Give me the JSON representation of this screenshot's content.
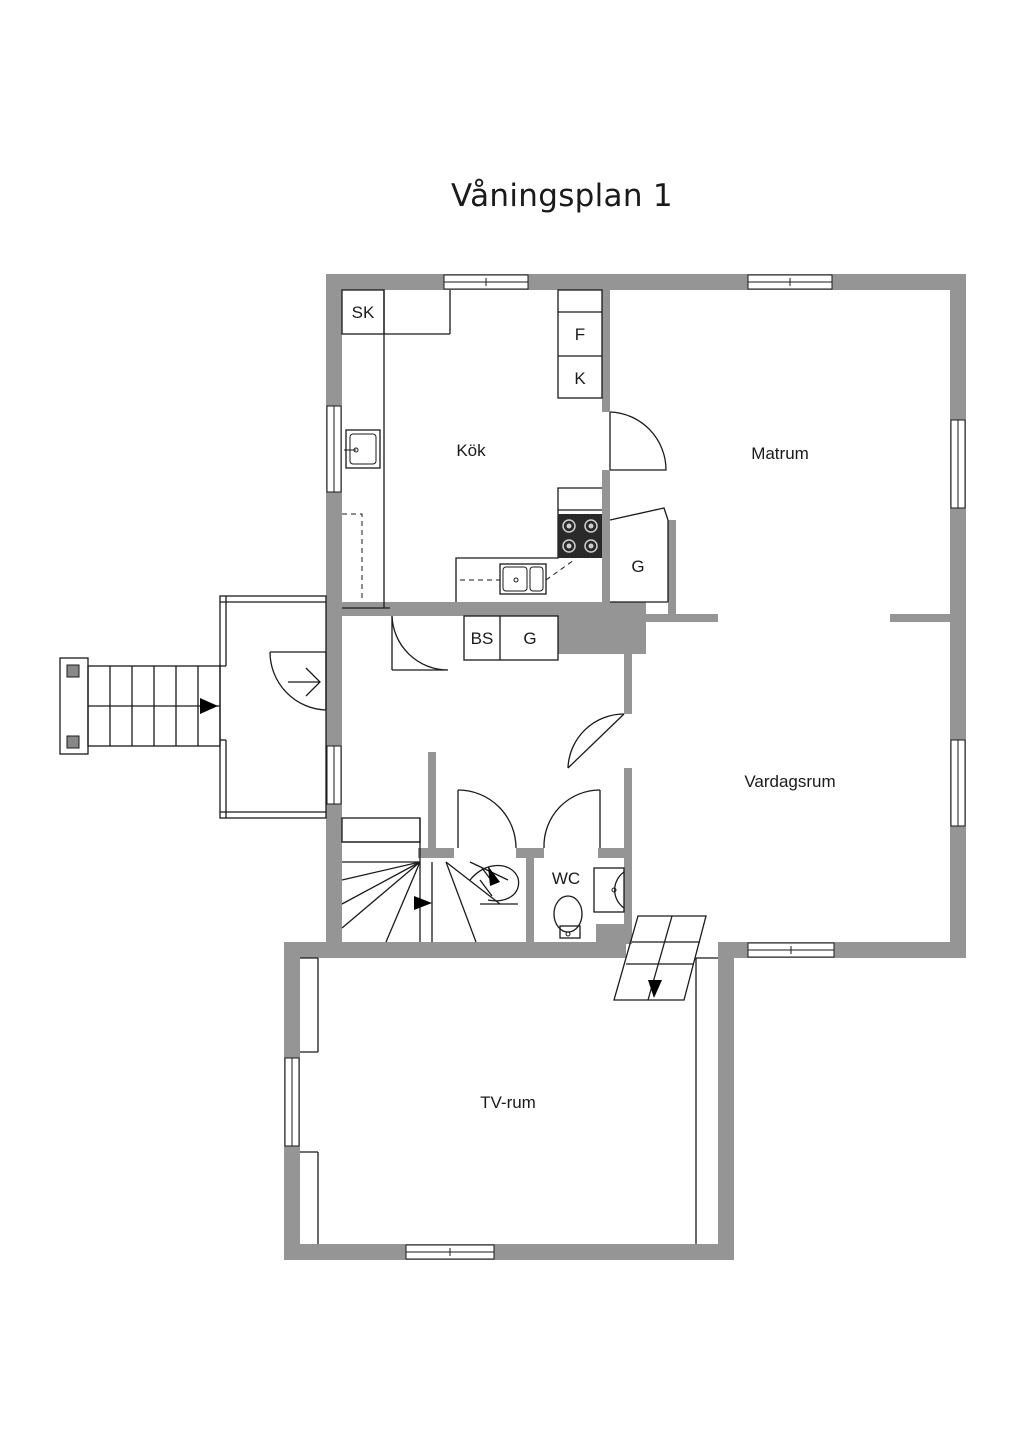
{
  "title": "Våningsplan 1",
  "rooms": {
    "kitchen": "Kök",
    "dining": "Matrum",
    "living": "Vardagsrum",
    "tv": "TV-rum",
    "wc": "WC"
  },
  "fixtures": {
    "sk": "SK",
    "fridge": "F",
    "freezer": "K",
    "wardrobe_matrum": "G",
    "bs": "BS",
    "wardrobe_hall": "G"
  },
  "colors": {
    "wall": "#959595",
    "line": "#1a1a1a",
    "background": "#ffffff"
  }
}
